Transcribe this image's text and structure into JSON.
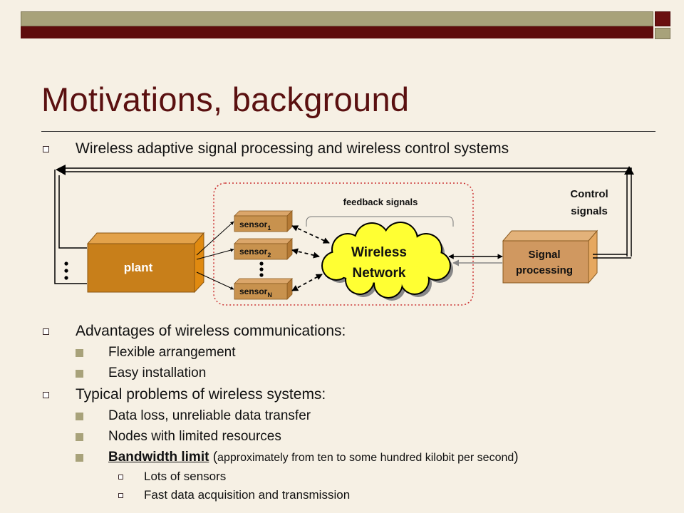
{
  "title": "Motivations, background",
  "bullets": {
    "intro": "Wireless adaptive signal processing and wireless control systems",
    "advantages": {
      "heading": "Advantages of wireless communications:",
      "items": [
        "Flexible arrangement",
        "Easy installation"
      ]
    },
    "problems": {
      "heading": "Typical problems of wireless systems:",
      "items": [
        "Data loss, unreliable data transfer",
        "Nodes with limited resources"
      ],
      "bandwidth_label": "Bandwidth limit",
      "bandwidth_paren_open": "(",
      "bandwidth_detail": "approximately from ten to some hundred kilobit per second",
      "bandwidth_paren_close": ")",
      "sub_items": [
        "Lots of sensors",
        "Fast data acquisition and transmission"
      ]
    }
  },
  "diagram": {
    "plant": "plant",
    "sensor_prefix": "sensor",
    "sensor_subs": [
      "1",
      "2",
      "N"
    ],
    "feedback_label": "feedback signals",
    "network_line1": "Wireless",
    "network_line2": "Network",
    "processing_line1": "Signal",
    "processing_line2": "processing",
    "control_line1": "Control",
    "control_line2": "signals"
  },
  "colors": {
    "title": "#5a1010",
    "plant": "#c87f1a",
    "sensor": "#c8924e",
    "network": "#ffff33",
    "processing": "#d09860",
    "dashed_border": "#cc3333"
  }
}
